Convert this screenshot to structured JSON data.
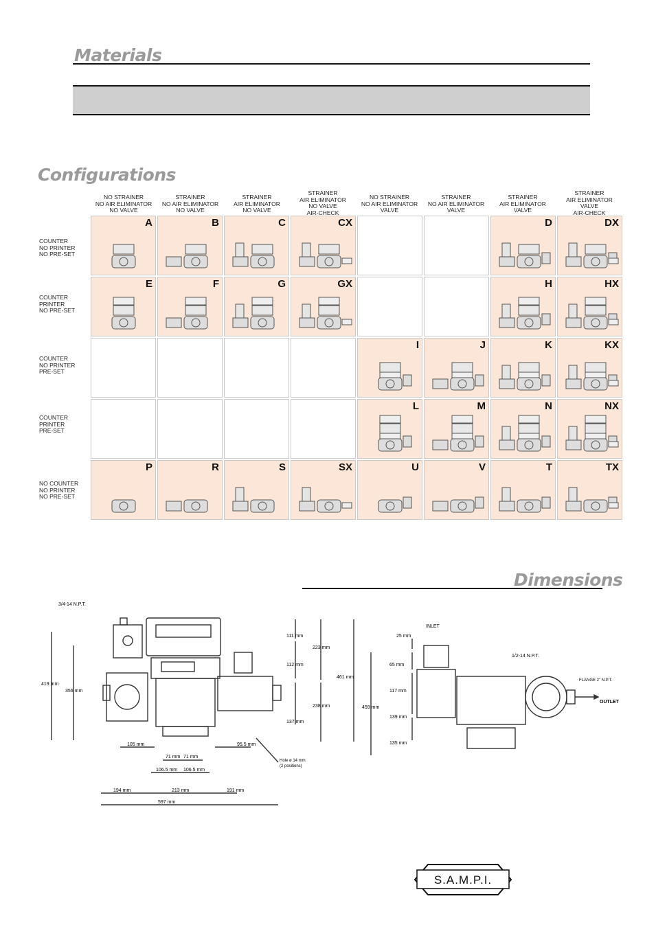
{
  "sections": {
    "materials": "Materials",
    "configurations": "Configurations",
    "dimensions": "Dimensions"
  },
  "columns": [
    [
      "NO STRAINER",
      "NO AIR ELIMINATOR",
      "NO VALVE"
    ],
    [
      "STRAINER",
      "NO AIR ELIMINATOR",
      "NO VALVE"
    ],
    [
      "STRAINER",
      "AIR ELIMINATOR",
      "NO VALVE"
    ],
    [
      "STRAINER",
      "AIR ELIMINATOR",
      "NO VALVE",
      "AIR-CHECK"
    ],
    [
      "NO STRAINER",
      "NO AIR ELIMINATOR",
      "VALVE"
    ],
    [
      "STRAINER",
      "NO AIR ELIMINATOR",
      "VALVE"
    ],
    [
      "STRAINER",
      "AIR ELIMINATOR",
      "VALVE"
    ],
    [
      "STRAINER",
      "AIR ELIMINATOR",
      "VALVE",
      "AIR-CHECK"
    ]
  ],
  "rows": [
    [
      "COUNTER",
      "NO PRINTER",
      "NO PRE-SET"
    ],
    [
      "COUNTER",
      "PRINTER",
      "NO PRE-SET"
    ],
    [
      "COUNTER",
      "NO PRINTER",
      "PRE-SET"
    ],
    [
      "COUNTER",
      "PRINTER",
      "PRE-SET"
    ],
    [
      "NO COUNTER",
      "NO PRINTER",
      "NO PRE-SET"
    ]
  ],
  "grid": [
    [
      "A",
      "B",
      "C",
      "CX",
      "",
      "",
      "D",
      "DX"
    ],
    [
      "E",
      "F",
      "G",
      "GX",
      "",
      "",
      "H",
      "HX"
    ],
    [
      "",
      "",
      "",
      "",
      "I",
      "J",
      "K",
      "KX"
    ],
    [
      "",
      "",
      "",
      "",
      "L",
      "M",
      "N",
      "NX"
    ],
    [
      "P",
      "R",
      "S",
      "SX",
      "U",
      "V",
      "T",
      "TX"
    ]
  ],
  "dimensions_front": {
    "npt_top": "3/4-14 N.P.T.",
    "h111": "111 mm",
    "h223": "223 mm",
    "h112": "112 mm",
    "h461": "461 mm",
    "h419": "419 mm",
    "h356": "356 mm",
    "h238": "238 mm",
    "h137": "137 mm",
    "w105": "105 mm",
    "w95_5": "95.5 mm",
    "w71a": "71 mm",
    "w71b": "71 mm",
    "w106a": "106.5 mm",
    "w106b": "106.5 mm",
    "w194": "194 mm",
    "w213": "213 mm",
    "w191": "191 mm",
    "w597": "597 mm",
    "hole": "Hole ø 14 mm",
    "hole2": "(2 positions)"
  },
  "dimensions_side": {
    "inlet": "INLET",
    "h25": "25 mm",
    "h65": "65 mm",
    "npt": "1/2-14 N.P.T.",
    "flange": "FLANGE 2\" N.P.T.",
    "h117": "117 mm",
    "h459": "459 mm",
    "h139": "139 mm",
    "h135": "135 mm",
    "outlet": "OUTLET"
  },
  "logo": "S.A.M.P.I.",
  "colors": {
    "active_cell": "#fbe6d8",
    "title_gray": "#9a9a9a",
    "bar_gray": "#cfcfcf"
  }
}
